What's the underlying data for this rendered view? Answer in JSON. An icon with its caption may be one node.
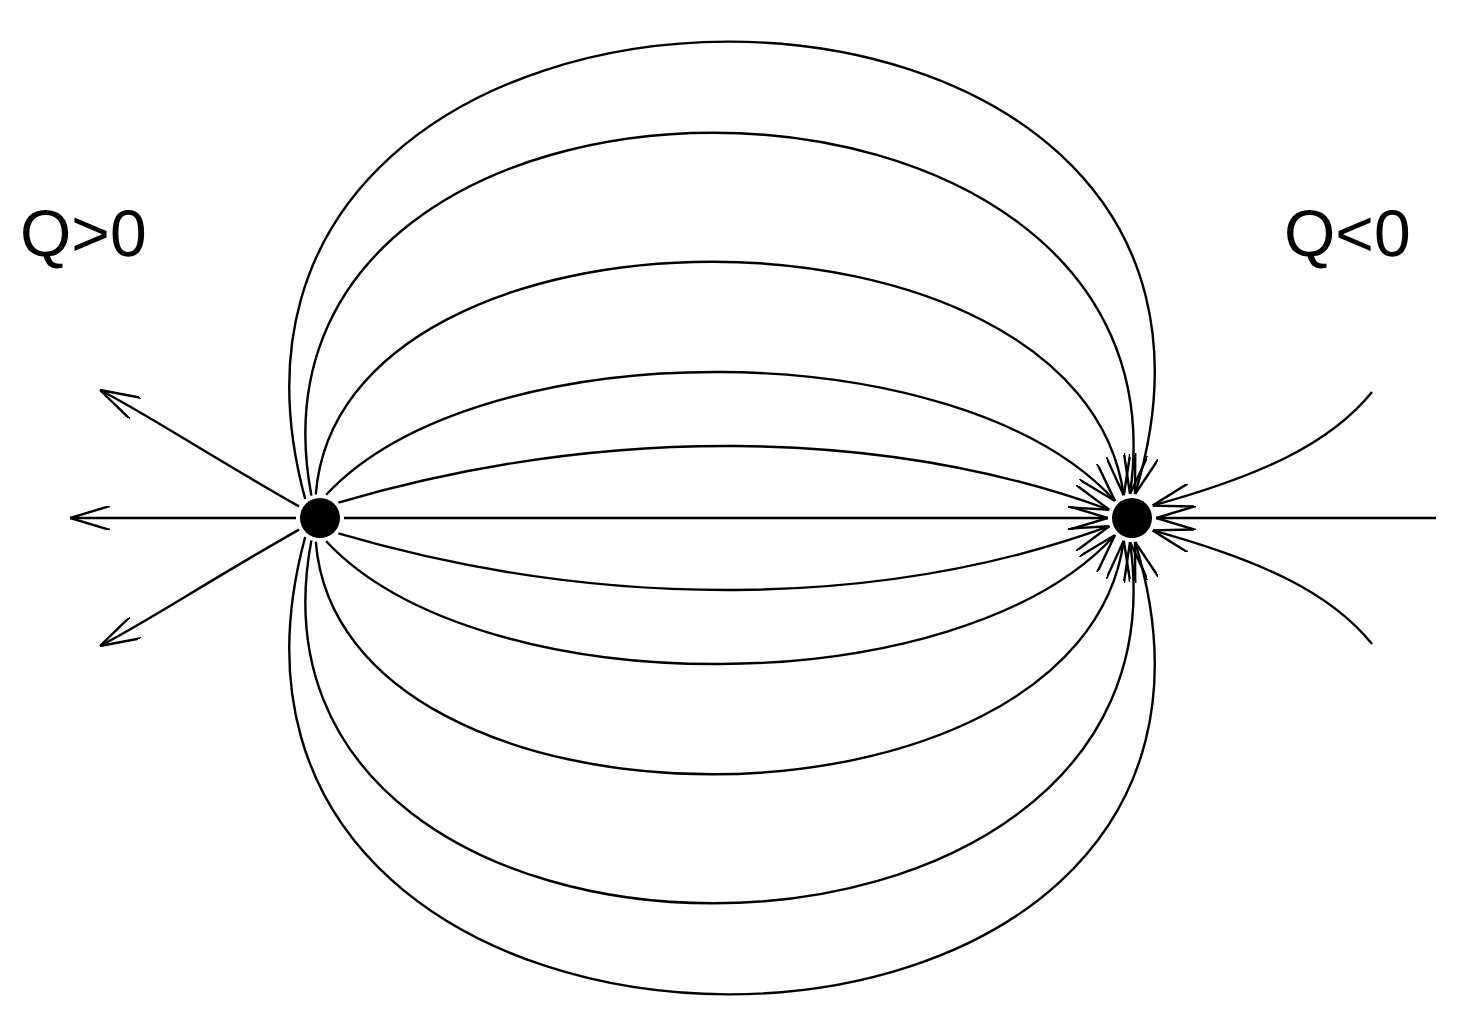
{
  "diagram": {
    "nodes": [
      {
        "text": [],
        "shape": "circle"
      },
      {
        "text": [],
        "shape": "circle"
      }
    ],
    "labels": [
      "Q>0",
      "Q<0"
    ],
    "edges": [
      {
        "from": 0,
        "to": 1,
        "arrow": "to"
      },
      {
        "from": 0,
        "to": 1,
        "arrow": "to"
      },
      {
        "from": 0,
        "to": 1,
        "arrow": "to"
      },
      {
        "from": 0,
        "to": 1,
        "arrow": "to"
      },
      {
        "from": 0,
        "to": 1,
        "arrow": "to"
      },
      {
        "from": 0,
        "to": 1,
        "arrow": "to"
      },
      {
        "from": 0,
        "to": 1,
        "arrow": "to"
      },
      {
        "from": 0,
        "to": 1,
        "arrow": "to"
      },
      {
        "from": 0,
        "to": 1,
        "arrow": "to"
      },
      {
        "from": 0,
        "to": 1,
        "arrow": "to"
      },
      {
        "from": 0,
        "to": 1,
        "arrow": "to"
      },
      {
        "from": 0,
        "to": null,
        "arrow": "to"
      },
      {
        "from": 0,
        "to": null,
        "arrow": "to"
      },
      {
        "from": 0,
        "to": null,
        "arrow": "to"
      },
      {
        "from": null,
        "to": 1,
        "arrow": "to"
      },
      {
        "from": null,
        "to": 1,
        "arrow": "to"
      },
      {
        "from": null,
        "to": 1,
        "arrow": "to"
      }
    ]
  }
}
